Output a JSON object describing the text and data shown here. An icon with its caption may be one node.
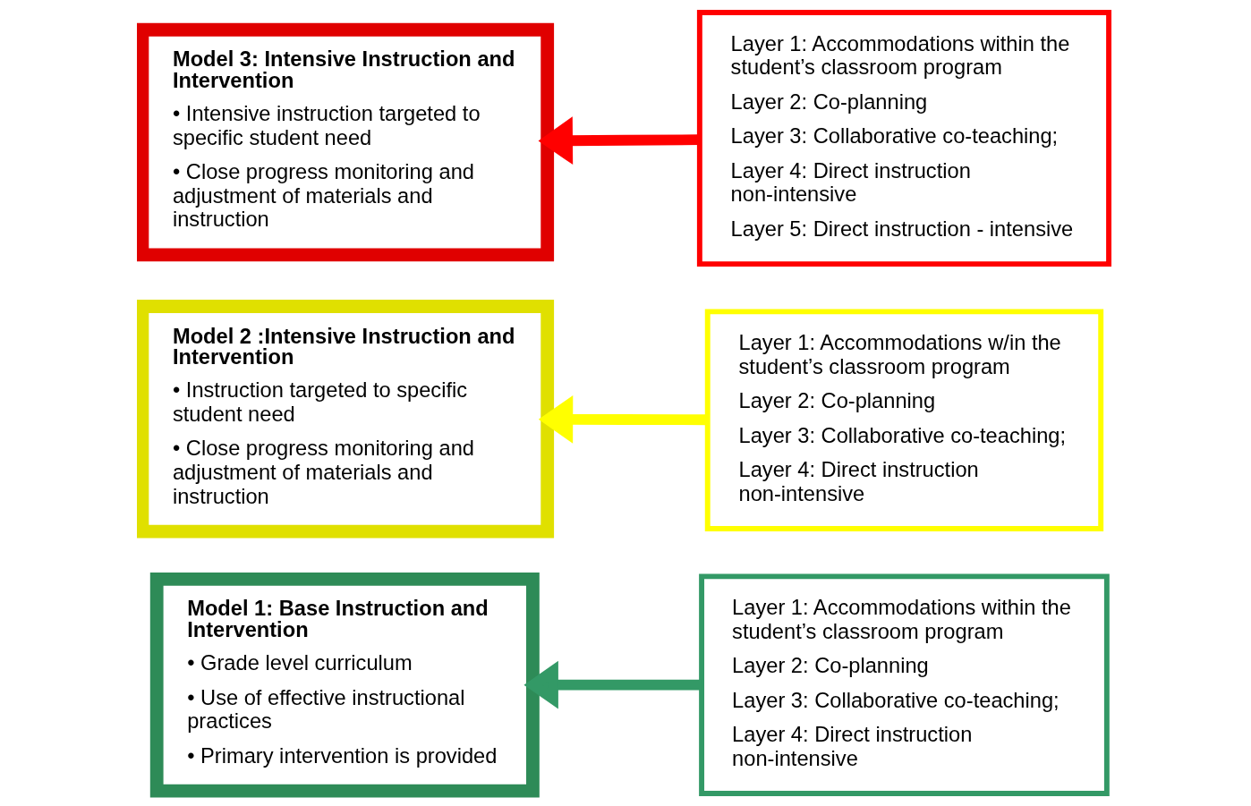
{
  "diagram": {
    "nodes": [
      {
        "text": [
          "Model 3: Intensive Instruction and Intervention",
          "• Intensive instruction targeted to specific student need",
          "• Close progress monitoring and adjustment of materials and instruction"
        ]
      },
      {
        "text": [
          "Layer 1: Accommodations within the student’s classroom program",
          "Layer 2: Co-planning",
          "Layer 3: Collaborative co-teaching;",
          "Layer 4: Direct instruction non-intensive",
          "Layer 5: Direct instruction - intensive"
        ]
      },
      {
        "text": [
          "Model 2 :Intensive Instruction and Intervention",
          "• Instruction targeted to specific student need",
          "• Close progress monitoring and adjustment of materials and instruction"
        ]
      },
      {
        "text": [
          "Layer 1: Accommodations w/in the student’s classroom program",
          "Layer 2: Co-planning",
          "Layer 3: Collaborative co-teaching;",
          "Layer 4: Direct instruction non-intensive"
        ]
      },
      {
        "text": [
          "Model 1: Base Instruction and Intervention",
          "• Grade level curriculum",
          "• Use of effective instructional practices",
          "• Primary intervention is provided"
        ]
      },
      {
        "text": [
          "Layer 1: Accommodations within the student’s classroom program",
          "Layer 2: Co-planning",
          "Layer 3: Collaborative co-teaching;",
          "Layer 4: Direct instruction non-intensive"
        ]
      }
    ],
    "edges": [
      {
        "from": 1,
        "to": 0,
        "arrow": "to",
        "color": "#ff0000"
      },
      {
        "from": 3,
        "to": 2,
        "arrow": "to",
        "color": "#ffff00"
      },
      {
        "from": 5,
        "to": 4,
        "arrow": "to",
        "color": "#339966"
      }
    ]
  }
}
